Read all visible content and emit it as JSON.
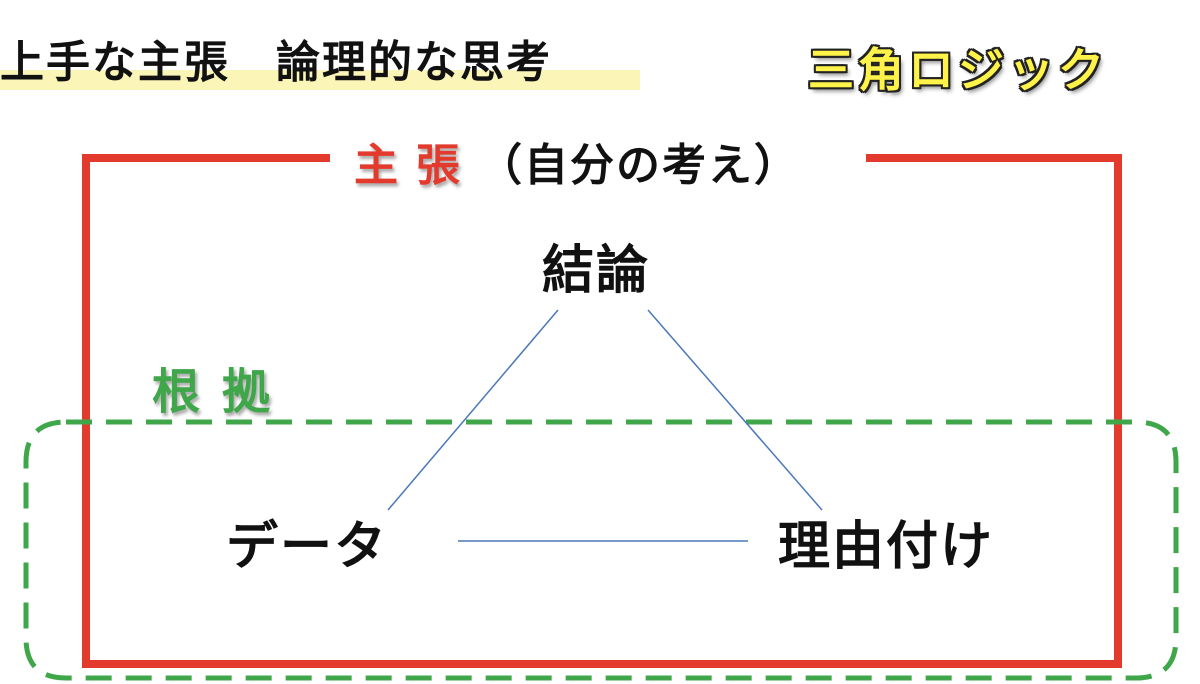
{
  "header": {
    "title": "上手な主張　論理的な思考",
    "badge": "三角ロジック"
  },
  "diagram": {
    "claim": {
      "label": "主張",
      "note": "（自分の考え）",
      "color": "#e23a2c"
    },
    "grounds": {
      "label": "根拠",
      "color": "#3fa64a"
    },
    "nodes": {
      "conclusion": "結論",
      "data": "データ",
      "warrant": "理由付け"
    },
    "connector_color": "#4a78b8"
  }
}
